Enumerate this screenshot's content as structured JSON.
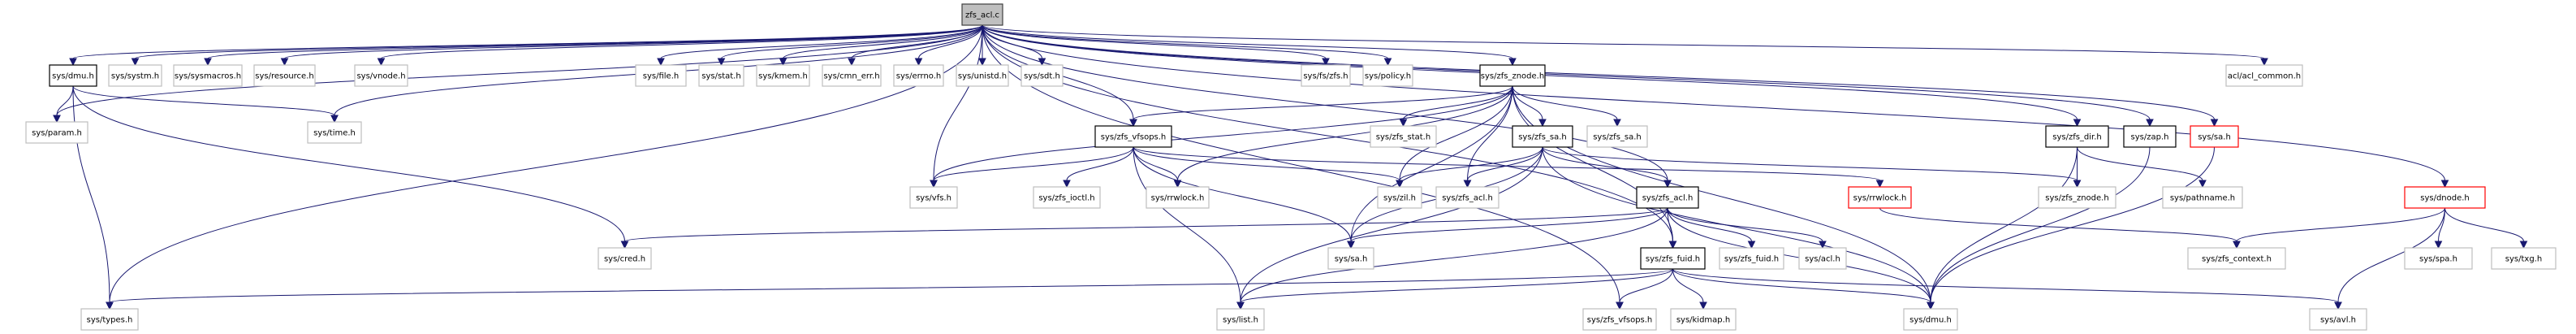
{
  "diagram": {
    "title": "zfs_acl.c include dependency graph",
    "colors": {
      "edge": "#191970",
      "root_fill": "#bfbfbf",
      "root_border": "#404040",
      "documented_border": "#000000",
      "undocumented_border": "#bfbfbf",
      "truncated_border": "#ff0000",
      "node_fill": "#ffffff"
    },
    "nodes": [
      {
        "id": "zfs_acl_c",
        "label": "zfs_acl.c",
        "kind": "root"
      },
      {
        "id": "sys_dmu_h_top",
        "label": "sys/dmu.h",
        "kind": "documented"
      },
      {
        "id": "sys_systm_h",
        "label": "sys/systm.h",
        "kind": "undocumented"
      },
      {
        "id": "sys_sysmacros_h",
        "label": "sys/sysmacros.h",
        "kind": "undocumented"
      },
      {
        "id": "sys_resource_h",
        "label": "sys/resource.h",
        "kind": "undocumented"
      },
      {
        "id": "sys_vnode_h",
        "label": "sys/vnode.h",
        "kind": "undocumented"
      },
      {
        "id": "sys_file_h",
        "label": "sys/file.h",
        "kind": "undocumented"
      },
      {
        "id": "sys_stat_h",
        "label": "sys/stat.h",
        "kind": "undocumented"
      },
      {
        "id": "sys_kmem_h",
        "label": "sys/kmem.h",
        "kind": "undocumented"
      },
      {
        "id": "sys_cmn_err_h",
        "label": "sys/cmn_err.h",
        "kind": "undocumented"
      },
      {
        "id": "sys_errno_h",
        "label": "sys/errno.h",
        "kind": "undocumented"
      },
      {
        "id": "sys_unistd_h",
        "label": "sys/unistd.h",
        "kind": "undocumented"
      },
      {
        "id": "sys_sdt_h",
        "label": "sys/sdt.h",
        "kind": "undocumented"
      },
      {
        "id": "sys_fs_zfs_h",
        "label": "sys/fs/zfs.h",
        "kind": "undocumented"
      },
      {
        "id": "sys_policy_h",
        "label": "sys/policy.h",
        "kind": "undocumented"
      },
      {
        "id": "sys_zfs_znode_h",
        "label": "sys/zfs_znode.h",
        "kind": "documented"
      },
      {
        "id": "acl_acl_common_h",
        "label": "acl/acl_common.h",
        "kind": "undocumented"
      },
      {
        "id": "sys_param_h",
        "label": "sys/param.h",
        "kind": "undocumented"
      },
      {
        "id": "sys_time_h",
        "label": "sys/time.h",
        "kind": "undocumented"
      },
      {
        "id": "sys_zfs_vfsops_h",
        "label": "sys/zfs_vfsops.h",
        "kind": "documented"
      },
      {
        "id": "sys_zfs_stat_h",
        "label": "sys/zfs_stat.h",
        "kind": "undocumented"
      },
      {
        "id": "sys_zfs_sa_h",
        "label": "sys/zfs_sa.h",
        "kind": "documented"
      },
      {
        "id": "sys_zfs_sa_h_ud",
        "label": "sys/zfs_sa.h",
        "kind": "undocumented"
      },
      {
        "id": "sys_zfs_dir_h",
        "label": "sys/zfs_dir.h",
        "kind": "documented"
      },
      {
        "id": "sys_zap_h",
        "label": "sys/zap.h",
        "kind": "documented"
      },
      {
        "id": "sys_sa_h_red",
        "label": "sys/sa.h",
        "kind": "truncated"
      },
      {
        "id": "sys_vfs_h",
        "label": "sys/vfs.h",
        "kind": "undocumented"
      },
      {
        "id": "sys_zfs_ioctl_h",
        "label": "sys/zfs_ioctl.h",
        "kind": "undocumented"
      },
      {
        "id": "sys_rrwlock_h",
        "label": "sys/rrwlock.h",
        "kind": "undocumented"
      },
      {
        "id": "sys_zil_h",
        "label": "sys/zil.h",
        "kind": "undocumented"
      },
      {
        "id": "sys_zfs_acl_h_ud",
        "label": "sys/zfs_acl.h",
        "kind": "undocumented"
      },
      {
        "id": "sys_zfs_acl_h",
        "label": "sys/zfs_acl.h",
        "kind": "documented"
      },
      {
        "id": "sys_rrwlock_h_red",
        "label": "sys/rrwlock.h",
        "kind": "truncated"
      },
      {
        "id": "sys_zfs_znode_h_ud",
        "label": "sys/zfs_znode.h",
        "kind": "undocumented"
      },
      {
        "id": "sys_pathname_h",
        "label": "sys/pathname.h",
        "kind": "undocumented"
      },
      {
        "id": "sys_dnode_h",
        "label": "sys/dnode.h",
        "kind": "truncated"
      },
      {
        "id": "sys_cred_h",
        "label": "sys/cred.h",
        "kind": "undocumented"
      },
      {
        "id": "sys_sa_h",
        "label": "sys/sa.h",
        "kind": "undocumented"
      },
      {
        "id": "sys_zfs_fuid_h",
        "label": "sys/zfs_fuid.h",
        "kind": "documented"
      },
      {
        "id": "sys_zfs_fuid_h_ud",
        "label": "sys/zfs_fuid.h",
        "kind": "undocumented"
      },
      {
        "id": "sys_acl_h",
        "label": "sys/acl.h",
        "kind": "undocumented"
      },
      {
        "id": "sys_zfs_context_h",
        "label": "sys/zfs_context.h",
        "kind": "undocumented"
      },
      {
        "id": "sys_spa_h",
        "label": "sys/spa.h",
        "kind": "undocumented"
      },
      {
        "id": "sys_txg_h",
        "label": "sys/txg.h",
        "kind": "undocumented"
      },
      {
        "id": "sys_types_h",
        "label": "sys/types.h",
        "kind": "undocumented"
      },
      {
        "id": "sys_list_h",
        "label": "sys/list.h",
        "kind": "undocumented"
      },
      {
        "id": "sys_zfs_vfsops_h_ud",
        "label": "sys/zfs_vfsops.h",
        "kind": "undocumented"
      },
      {
        "id": "sys_kidmap_h",
        "label": "sys/kidmap.h",
        "kind": "undocumented"
      },
      {
        "id": "sys_dmu_h",
        "label": "sys/dmu.h",
        "kind": "undocumented"
      },
      {
        "id": "sys_avl_h",
        "label": "sys/avl.h",
        "kind": "undocumented"
      }
    ],
    "edges": [
      [
        "zfs_acl_c",
        "sys_dmu_h_top"
      ],
      [
        "zfs_acl_c",
        "sys_systm_h"
      ],
      [
        "zfs_acl_c",
        "sys_sysmacros_h"
      ],
      [
        "zfs_acl_c",
        "sys_resource_h"
      ],
      [
        "zfs_acl_c",
        "sys_vnode_h"
      ],
      [
        "zfs_acl_c",
        "sys_file_h"
      ],
      [
        "zfs_acl_c",
        "sys_stat_h"
      ],
      [
        "zfs_acl_c",
        "sys_kmem_h"
      ],
      [
        "zfs_acl_c",
        "sys_cmn_err_h"
      ],
      [
        "zfs_acl_c",
        "sys_errno_h"
      ],
      [
        "zfs_acl_c",
        "sys_unistd_h"
      ],
      [
        "zfs_acl_c",
        "sys_sdt_h"
      ],
      [
        "zfs_acl_c",
        "sys_fs_zfs_h"
      ],
      [
        "zfs_acl_c",
        "sys_policy_h"
      ],
      [
        "zfs_acl_c",
        "sys_zfs_znode_h"
      ],
      [
        "zfs_acl_c",
        "acl_acl_common_h"
      ],
      [
        "zfs_acl_c",
        "sys_param_h"
      ],
      [
        "zfs_acl_c",
        "sys_time_h"
      ],
      [
        "zfs_acl_c",
        "sys_types_h"
      ],
      [
        "zfs_acl_c",
        "sys_zfs_vfsops_h"
      ],
      [
        "zfs_acl_c",
        "sys_zfs_dir_h"
      ],
      [
        "zfs_acl_c",
        "sys_zap_h"
      ],
      [
        "zfs_acl_c",
        "sys_sa_h_red"
      ],
      [
        "zfs_acl_c",
        "sys_dnode_h"
      ],
      [
        "zfs_acl_c",
        "sys_zfs_acl_h"
      ],
      [
        "zfs_acl_c",
        "sys_zfs_fuid_h"
      ],
      [
        "zfs_acl_c",
        "sys_vfs_h"
      ],
      [
        "zfs_acl_c",
        "sys_zfs_vfsops_h_ud"
      ],
      [
        "sys_dmu_h_top",
        "sys_param_h"
      ],
      [
        "sys_dmu_h_top",
        "sys_types_h"
      ],
      [
        "sys_dmu_h_top",
        "sys_time_h"
      ],
      [
        "sys_dmu_h_top",
        "sys_cred_h"
      ],
      [
        "sys_zfs_znode_h",
        "sys_zfs_vfsops_h"
      ],
      [
        "sys_zfs_znode_h",
        "sys_zfs_stat_h"
      ],
      [
        "sys_zfs_znode_h",
        "sys_zfs_sa_h"
      ],
      [
        "sys_zfs_znode_h",
        "sys_zfs_sa_h_ud"
      ],
      [
        "sys_zfs_znode_h",
        "sys_zil_h"
      ],
      [
        "sys_zfs_znode_h",
        "sys_zfs_acl_h_ud"
      ],
      [
        "sys_zfs_znode_h",
        "sys_rrwlock_h"
      ],
      [
        "sys_zfs_znode_h",
        "sys_sa_h"
      ],
      [
        "sys_zfs_znode_h",
        "sys_dmu_h"
      ],
      [
        "sys_zfs_znode_h",
        "sys_vfs_h"
      ],
      [
        "sys_zfs_znode_h",
        "sys_zfs_fuid_h"
      ],
      [
        "sys_zfs_vfsops_h",
        "sys_vfs_h"
      ],
      [
        "sys_zfs_vfsops_h",
        "sys_zfs_ioctl_h"
      ],
      [
        "sys_zfs_vfsops_h",
        "sys_rrwlock_h"
      ],
      [
        "sys_zfs_vfsops_h",
        "sys_zil_h"
      ],
      [
        "sys_zfs_vfsops_h",
        "sys_sa_h"
      ],
      [
        "sys_zfs_vfsops_h",
        "sys_list_h"
      ],
      [
        "sys_zfs_vfsops_h",
        "sys_rrwlock_h_red"
      ],
      [
        "sys_zfs_sa_h",
        "sys_zil_h"
      ],
      [
        "sys_zfs_sa_h",
        "sys_zfs_acl_h_ud"
      ],
      [
        "sys_zfs_sa_h",
        "sys_zfs_acl_h"
      ],
      [
        "sys_zfs_sa_h",
        "sys_sa_h"
      ],
      [
        "sys_zfs_sa_h",
        "sys_list_h"
      ],
      [
        "sys_zfs_sa_h",
        "sys_dmu_h"
      ],
      [
        "sys_zfs_sa_h",
        "sys_zfs_znode_h_ud"
      ],
      [
        "sys_zfs_acl_h",
        "sys_cred_h"
      ],
      [
        "sys_zfs_acl_h",
        "sys_sa_h"
      ],
      [
        "sys_zfs_acl_h",
        "sys_zfs_fuid_h"
      ],
      [
        "sys_zfs_acl_h",
        "sys_zfs_fuid_h_ud"
      ],
      [
        "sys_zfs_acl_h",
        "sys_acl_h"
      ],
      [
        "sys_zfs_acl_h",
        "sys_dmu_h"
      ],
      [
        "sys_zfs_acl_h",
        "sys_list_h"
      ],
      [
        "sys_rrwlock_h_red",
        "sys_zfs_context_h"
      ],
      [
        "sys_zfs_dir_h",
        "sys_zfs_znode_h_ud"
      ],
      [
        "sys_zfs_dir_h",
        "sys_pathname_h"
      ],
      [
        "sys_zfs_dir_h",
        "sys_dmu_h"
      ],
      [
        "sys_zap_h",
        "sys_dmu_h"
      ],
      [
        "sys_sa_h_red",
        "sys_dmu_h"
      ],
      [
        "sys_dnode_h",
        "sys_zfs_context_h"
      ],
      [
        "sys_dnode_h",
        "sys_spa_h"
      ],
      [
        "sys_dnode_h",
        "sys_txg_h"
      ],
      [
        "sys_dnode_h",
        "sys_avl_h"
      ],
      [
        "sys_zfs_fuid_h",
        "sys_zfs_vfsops_h_ud"
      ],
      [
        "sys_zfs_fuid_h",
        "sys_kidmap_h"
      ],
      [
        "sys_zfs_fuid_h",
        "sys_dmu_h"
      ],
      [
        "sys_zfs_fuid_h",
        "sys_avl_h"
      ],
      [
        "sys_zfs_fuid_h",
        "sys_types_h"
      ],
      [
        "sys_zfs_fuid_h",
        "sys_list_h"
      ]
    ]
  }
}
